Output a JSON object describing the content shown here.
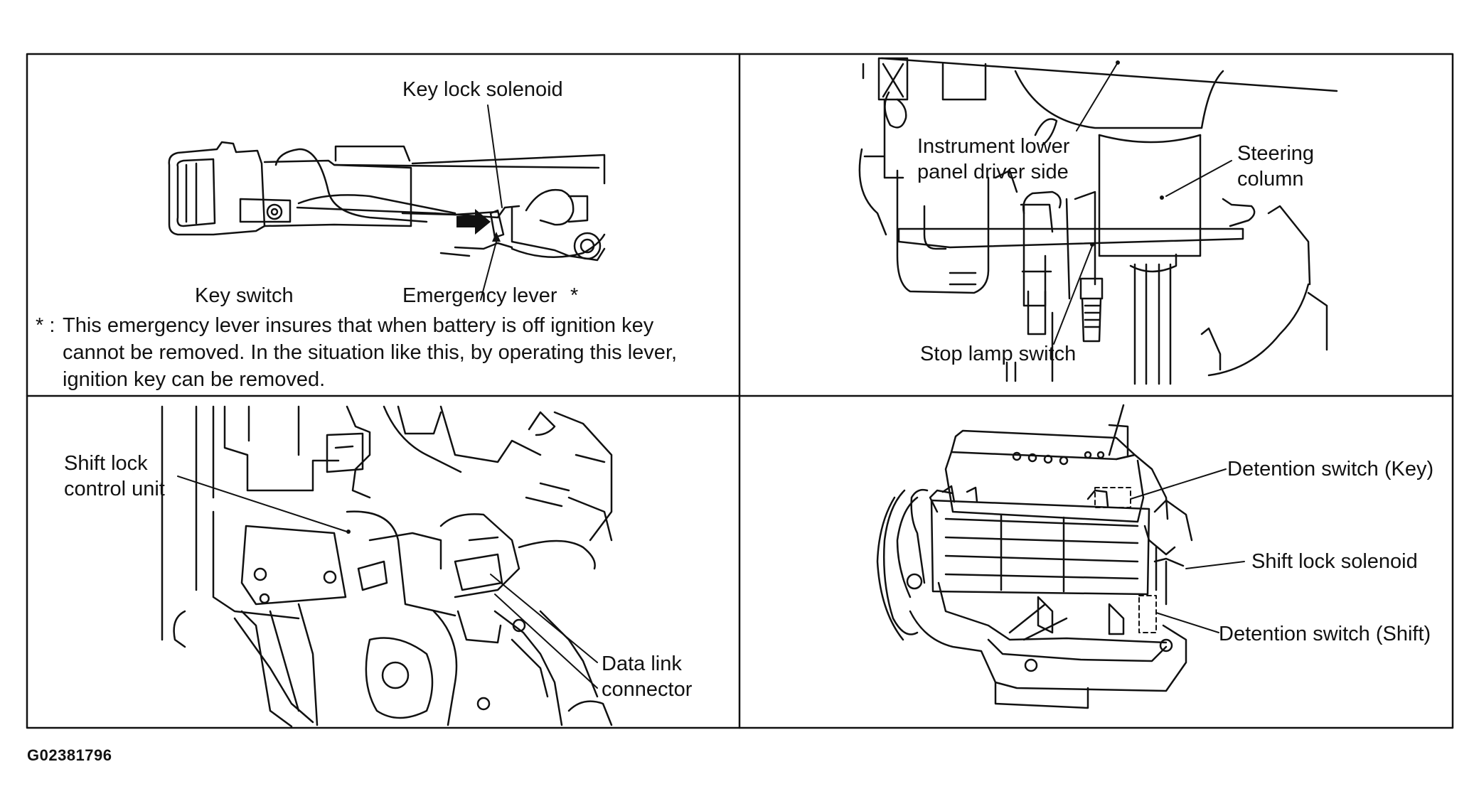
{
  "figure_code": "G02381796",
  "panels": {
    "top_left": {
      "labels": {
        "key_lock_solenoid": "Key lock solenoid",
        "key_switch": "Key switch",
        "emergency_lever": "Emergency lever",
        "asterisk": "*"
      },
      "note": {
        "marker": "* :",
        "lines": [
          "This emergency lever insures that when battery is off ignition key",
          "cannot be removed. In the situation like this, by operating this lever,",
          "ignition key can be removed."
        ]
      }
    },
    "top_right": {
      "labels": {
        "instrument_lower_1": "Instrument lower",
        "instrument_lower_2": "panel driver side",
        "steering_1": "Steering",
        "steering_2": "column",
        "stop_lamp_switch": "Stop lamp switch"
      }
    },
    "bottom_left": {
      "labels": {
        "shift_lock_1": "Shift lock",
        "shift_lock_2": "control unit",
        "data_link_1": "Data link",
        "data_link_2": "connector"
      }
    },
    "bottom_right": {
      "labels": {
        "detention_key": "Detention switch (Key)",
        "shift_lock_solenoid": "Shift lock solenoid",
        "detention_shift": "Detention switch (Shift)"
      }
    }
  },
  "colors": {
    "ink": "#111111",
    "background": "#ffffff"
  }
}
